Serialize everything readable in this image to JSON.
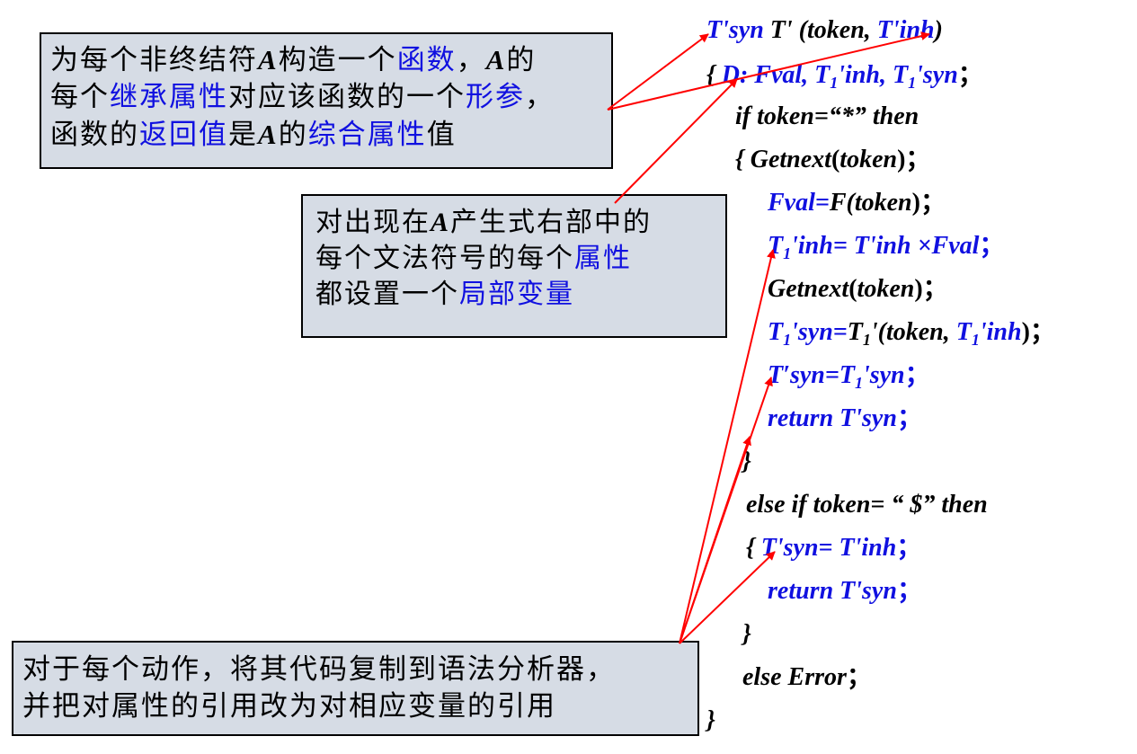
{
  "notes": {
    "note1": {
      "l1": [
        "为每个非终结符",
        "A",
        "构造一个",
        "函数",
        "，",
        "A",
        "的"
      ],
      "l2": [
        "每个",
        "继承属性",
        "对应该函数的一个",
        "形参",
        "，"
      ],
      "l3": [
        "函数的",
        "返回值",
        "是",
        "A",
        "的",
        "综合属性",
        "值"
      ]
    },
    "note2": {
      "l1": [
        "对出现在",
        "A",
        "产生式右部中的"
      ],
      "l2": [
        "每个文法符号的每个",
        "属性"
      ],
      "l3": [
        "都设置一个",
        "局部变量"
      ]
    },
    "note3": {
      "l1": "对于每个动作，将其代码复制到语法分析器，",
      "l2": "并把对属性的引用改为对相应变量的引用"
    }
  },
  "code": {
    "c1": [
      "T'syn",
      "T'",
      " (",
      "token, ",
      "T'inh",
      ")"
    ],
    "c2": [
      "{ ",
      "D: Fval, T",
      "1",
      "'inh, T",
      "1",
      "'syn",
      "；"
    ],
    "c3": "if token=“*”  then",
    "c4": [
      "{  ",
      "Getnext",
      "(",
      "token",
      ")；"
    ],
    "c5": [
      "Fval=",
      "F(token",
      ")；"
    ],
    "c6": [
      "T",
      "1",
      "'inh= T'inh ×Fval",
      "；"
    ],
    "c7": [
      "Getnext",
      "(",
      "token",
      ")；"
    ],
    "c8": [
      "T",
      "1",
      "'syn=",
      "T",
      "1",
      "'(token, ",
      "T",
      "1",
      "'inh",
      ")；"
    ],
    "c9": [
      "T′syn=T",
      "1",
      "'syn",
      "；"
    ],
    "c10": [
      "return  T'syn",
      "；"
    ],
    "c11": "}",
    "c12": "else if token= “ $” then",
    "c13": [
      "{  ",
      "T'syn= T'inh",
      "；"
    ],
    "c14": [
      "return  T'syn",
      "；"
    ],
    "c15": "}",
    "c16": [
      "else Error",
      "；"
    ],
    "c17": "}"
  },
  "colors": {
    "blue_text": "#1010e0",
    "note_bg": "#d6dce5",
    "arrow": "#ff0000"
  }
}
